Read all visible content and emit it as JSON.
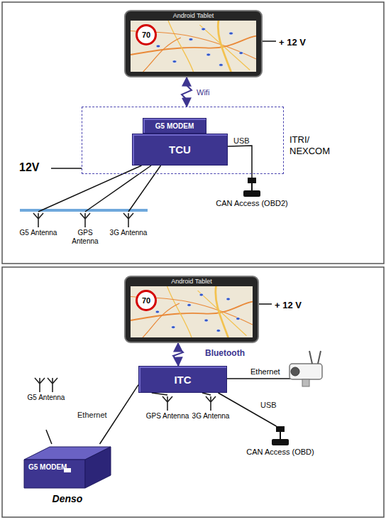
{
  "diagram": {
    "nodes": [
      {
        "text": [
          "Android Tablet",
          "70"
        ]
      },
      {
        "text": [
          "ITRI/ NEXCOM"
        ]
      },
      {
        "text": [
          "G5 MODEM"
        ],
        "in": 1
      },
      {
        "text": [
          "TCU"
        ],
        "in": 1
      },
      {
        "text": [
          "G5 Antenna"
        ]
      },
      {
        "text": [
          "GPS Antenna"
        ]
      },
      {
        "text": [
          "3G Antenna"
        ]
      },
      {
        "text": [
          "CAN Access (OBD2)"
        ]
      },
      {
        "text": [
          "Android Tablet",
          "70"
        ]
      },
      {
        "text": [
          "ITC"
        ]
      },
      {
        "text": [
          "G5 Antenna"
        ]
      },
      {
        "text": [
          "G5 MODEM",
          "Denso"
        ]
      },
      {
        "text": [
          "GPS Antenna"
        ]
      },
      {
        "text": [
          "3G Antenna"
        ]
      },
      {
        "text": [
          "CAN Access (OBD)"
        ]
      }
    ],
    "edges": [
      {
        "from": 1,
        "to": 0,
        "label": "Wifi",
        "arrow": "both"
      },
      {
        "from": 3,
        "to": 7,
        "label": "USB",
        "arrow": "none"
      },
      {
        "from": 3,
        "to": 4,
        "arrow": "none"
      },
      {
        "from": 3,
        "to": 5,
        "arrow": "none"
      },
      {
        "from": 3,
        "to": 6,
        "arrow": "none"
      },
      {
        "from": 9,
        "to": 8,
        "label": "Bluetooth",
        "arrow": "both"
      },
      {
        "from": 9,
        "to": 11,
        "label": "Ethernet",
        "arrow": "none"
      },
      {
        "from": 11,
        "to": 10,
        "arrow": "none"
      },
      {
        "from": 9,
        "to": 12,
        "arrow": "none"
      },
      {
        "from": 9,
        "to": 13,
        "arrow": "none"
      },
      {
        "from": 9,
        "to": 14,
        "label": "USB",
        "arrow": "none"
      }
    ],
    "labels": [
      "+ 12 V",
      "12V",
      "+ 12 V",
      "Ethernet"
    ]
  }
}
